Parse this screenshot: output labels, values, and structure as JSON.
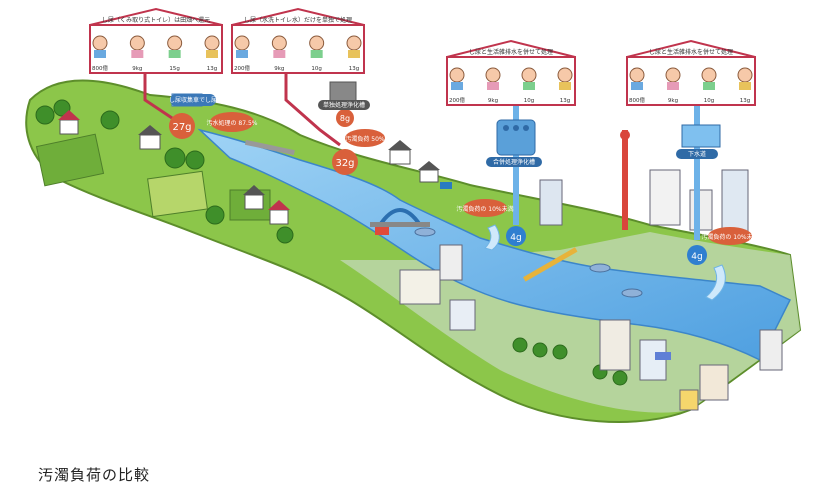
{
  "caption": "汚濁負荷の比較",
  "houses": [
    {
      "title": "し尿（くみ取り式トイレ）は田畑へ還元",
      "items": [
        "800億",
        "9kg",
        "15g",
        "13g"
      ]
    },
    {
      "title": "し尿（水洗トイレ水）だけを単独で処理",
      "items": [
        "200億",
        "9kg",
        "10g",
        "13g"
      ]
    },
    {
      "title": "し尿と生活雑排水を併せて処理",
      "items": [
        "200億",
        "9kg",
        "10g",
        "13g"
      ]
    },
    {
      "title": "し尿と生活雑排水を併せて処理",
      "items": [
        "800億",
        "9kg",
        "10g",
        "13g"
      ]
    }
  ],
  "loads": {
    "a": "27g",
    "b": "32g",
    "c": "4g",
    "d": "4g",
    "e": "8g"
  },
  "notes": {
    "collect": "し尿収集車でし尿",
    "septic": "単独処理浄化槽",
    "n1": "汚水処理の\n87.5%",
    "n2": "汚濁負荷\n50%",
    "n3": "汚濁負荷の\n10%未満",
    "n4": "汚濁負荷の\n10%未満",
    "plant1": "合併処理浄化槽",
    "plant2": "下水道"
  },
  "colors": {
    "river": "#5aa9e6",
    "land": "#7cc242",
    "badge": "#d9603b",
    "sky": "#ffffff",
    "roof": "#c0344d"
  }
}
